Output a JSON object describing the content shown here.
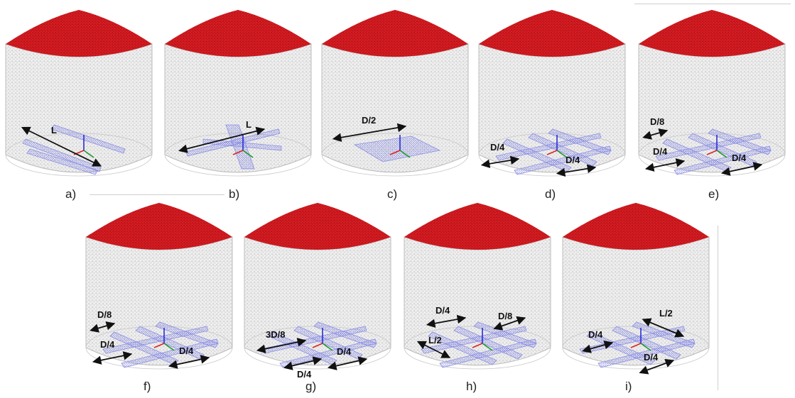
{
  "panels": [
    {
      "id": "a",
      "caption": "a)",
      "config": "cross-diag",
      "arrows": [
        {
          "label": "L"
        }
      ]
    },
    {
      "id": "b",
      "caption": "b)",
      "config": "cross",
      "arrows": [
        {
          "label": "L"
        }
      ]
    },
    {
      "id": "c",
      "caption": "c)",
      "config": "plate",
      "arrows": [
        {
          "label": "D/2"
        }
      ]
    },
    {
      "id": "d",
      "caption": "d)",
      "config": "grid2",
      "arrows": [
        {
          "label": "D/4"
        },
        {
          "label": "D/4"
        }
      ]
    },
    {
      "id": "e",
      "caption": "e)",
      "config": "grid3",
      "arrows": [
        {
          "label": "D/8"
        },
        {
          "label": "D/4"
        },
        {
          "label": "D/4"
        }
      ]
    },
    {
      "id": "f",
      "caption": "f)",
      "config": "grid3",
      "arrows": [
        {
          "label": "D/8"
        },
        {
          "label": "D/4"
        },
        {
          "label": "D/4"
        }
      ]
    },
    {
      "id": "g",
      "caption": "g)",
      "config": "grid3",
      "arrows": [
        {
          "label": "3D/8"
        },
        {
          "label": "D/4"
        },
        {
          "label": "D/4"
        }
      ]
    },
    {
      "id": "h",
      "caption": "h)",
      "config": "grid3",
      "arrows": [
        {
          "label": "D/4"
        },
        {
          "label": "D/8"
        },
        {
          "label": "L/2"
        }
      ]
    },
    {
      "id": "i",
      "caption": "i)",
      "config": "grid3",
      "arrows": [
        {
          "label": "L/2"
        },
        {
          "label": "D/4"
        },
        {
          "label": "D/4"
        }
      ]
    }
  ],
  "colors": {
    "roof": "#e01d24",
    "roof_mesh": "#8a0d10",
    "shell": "#f3f3f3",
    "shell_mesh": "#b9b9b9",
    "ground_mesh": "#8d8fe6",
    "arrow": "#111111"
  }
}
